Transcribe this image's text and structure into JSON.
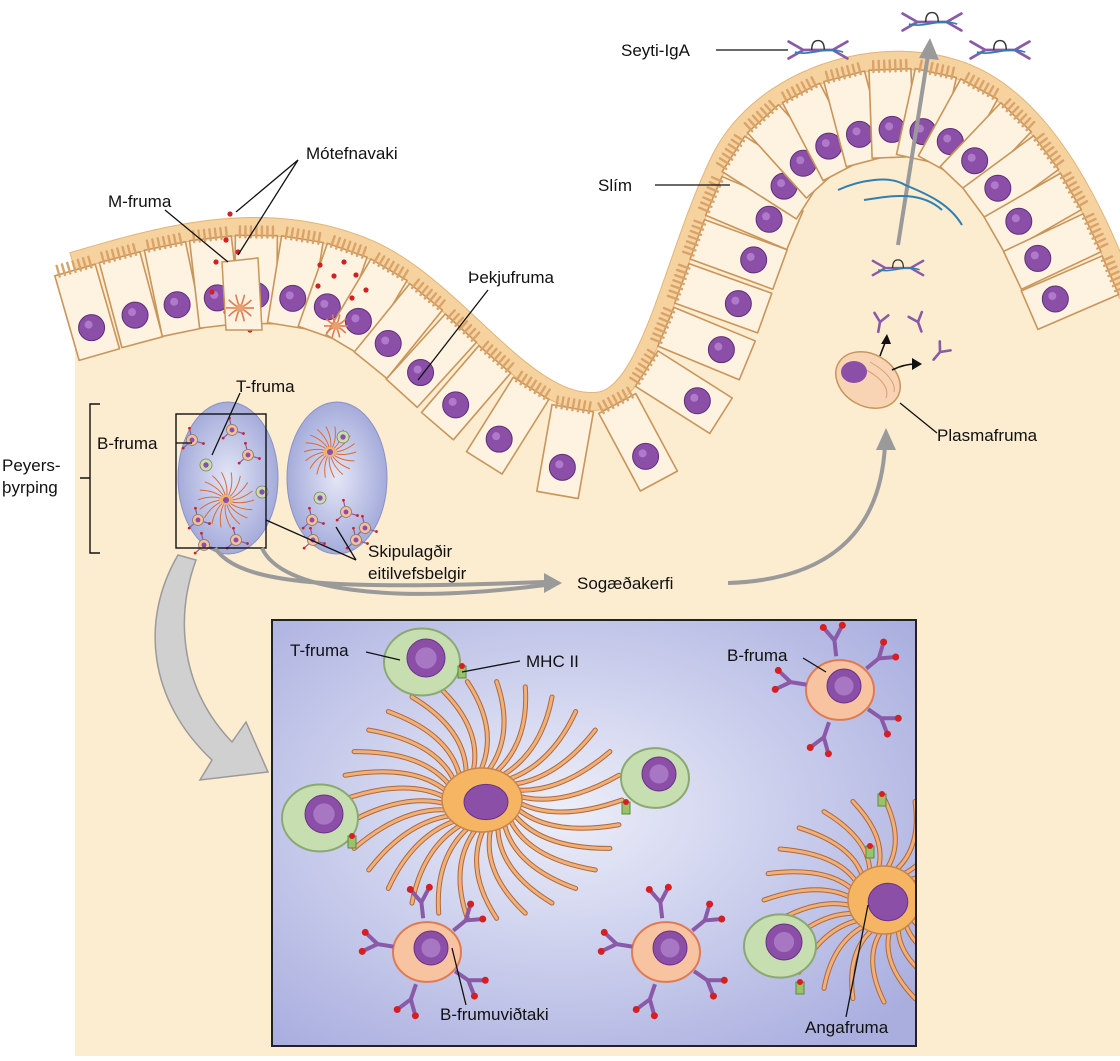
{
  "labels": {
    "secretory_iga": "Seyti-IgA",
    "mucus": "Slím",
    "antigen": "Mótefnavaki",
    "m_cell": "M-fruma",
    "epithelial_cell": "Þekjufruma",
    "t_cell": "T-fruma",
    "b_cell": "B-fruma",
    "peyers_line1": "Peyers-",
    "peyers_line2": "þyrping",
    "follicles_line1": "Skipulagðir",
    "follicles_line2": "eitilvefsbelgir",
    "lymphatic_system": "Sogæðakerfi",
    "plasma_cell": "Plasmafruma"
  },
  "inset": {
    "t_cell": "T-fruma",
    "mhc2": "MHC II",
    "b_cell": "B-fruma",
    "b_cell_receptor": "B-frumuviðtaki",
    "dendritic_cell": "Angafruma"
  },
  "colors": {
    "tissue": "#fbe8c6",
    "epithelium_cell": "#fdf3e0",
    "cell_outline": "#c9955a",
    "nucleus": "#8c4fa8",
    "follicle": "#9ea6d8",
    "inset_bg": "#b9bde6",
    "t_cell_fill": "#c6deb0",
    "b_cell_fill": "#f6c09c",
    "dendrite": "#e39a5a",
    "antibody": "#8a5aa8",
    "antigen": "#d42020",
    "arrow": "#9a9a9a"
  }
}
